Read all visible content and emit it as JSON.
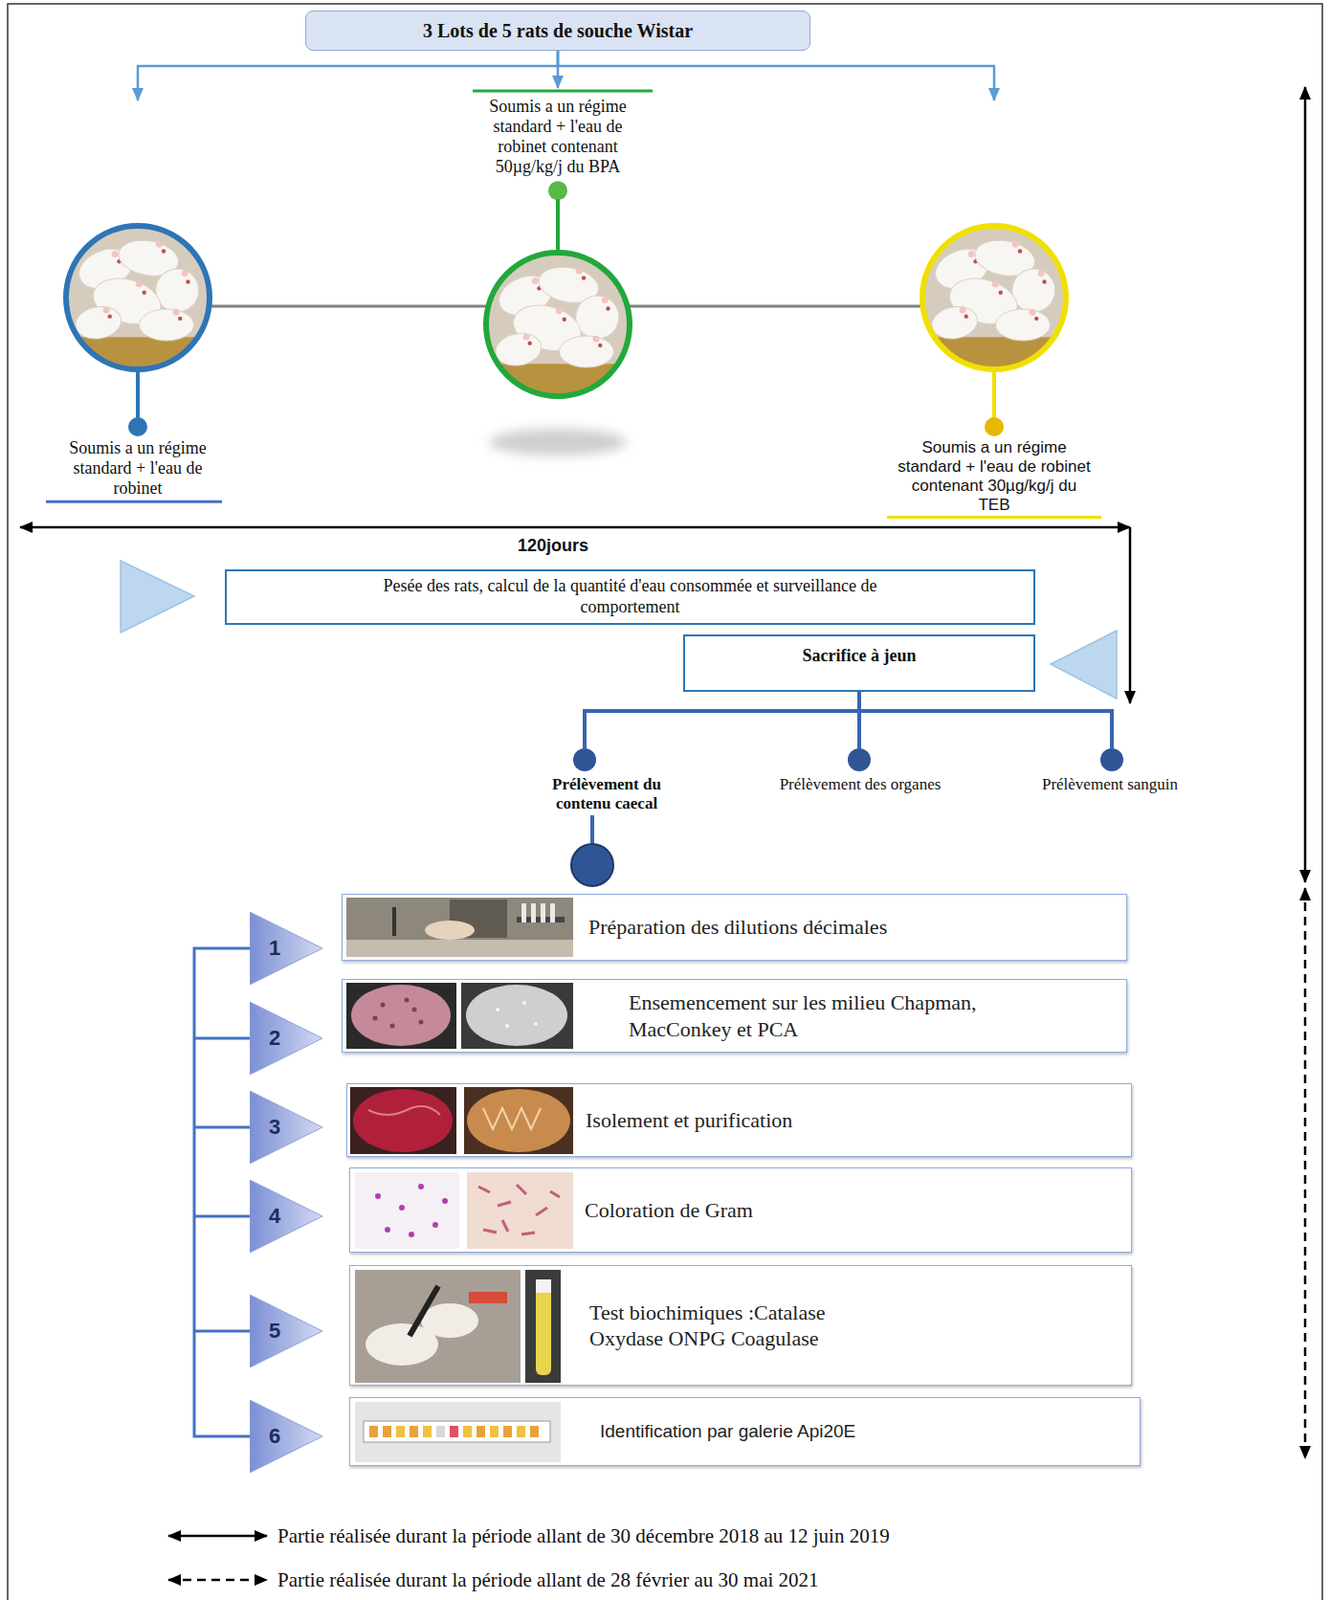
{
  "diagram": {
    "nodes": [
      {
        "text": [
          "3 Lots de 5 rats de souche Wistar"
        ]
      },
      {
        "text": [
          "Soumis a un régime standard + l'eau de robinet"
        ]
      },
      {
        "text": [
          "Soumis a un régime standard + l'eau de robinet contenant 50µg/kg/j du BPA"
        ]
      },
      {
        "text": [
          "Soumis a un régime standard + l'eau de robinet contenant 30µg/kg/j du TEB"
        ]
      },
      {
        "text": [
          "Pesée des rats, calcul de la quantité d'eau consommée et surveillance de comportement"
        ]
      },
      {
        "text": [
          "Sacrifice à jeun"
        ]
      },
      {
        "text": [
          "Prélèvement du contenu caecal"
        ]
      },
      {
        "text": [
          "Prélèvement des organes"
        ]
      },
      {
        "text": [
          "Prélèvement sanguin"
        ]
      },
      {
        "text": [
          "1"
        ]
      },
      {
        "text": [
          "Préparation des dilutions décimales"
        ]
      },
      {
        "text": [
          "2"
        ]
      },
      {
        "text": [
          "Ensemencement sur les milieu Chapman, MacConkey et PCA"
        ]
      },
      {
        "text": [
          "3"
        ]
      },
      {
        "text": [
          "Isolement et purification"
        ]
      },
      {
        "text": [
          "4"
        ]
      },
      {
        "text": [
          "Coloration de Gram"
        ]
      },
      {
        "text": [
          "5"
        ]
      },
      {
        "text": [
          "Test biochimiques :Catalase Oxydase ONPG Coagulase"
        ]
      },
      {
        "text": [
          "6"
        ]
      },
      {
        "text": [
          "Identification par galerie Api20E"
        ]
      }
    ],
    "edges": [
      {
        "from": 0,
        "to": 1,
        "arrow": "to"
      },
      {
        "from": 0,
        "to": 2,
        "arrow": "to"
      },
      {
        "from": 0,
        "to": 3,
        "arrow": "to"
      },
      {
        "from": 1,
        "to": 2,
        "arrow": "none"
      },
      {
        "from": 2,
        "to": 3,
        "arrow": "none"
      },
      {
        "from": 5,
        "to": 6,
        "arrow": "none"
      },
      {
        "from": 5,
        "to": 7,
        "arrow": "none"
      },
      {
        "from": 5,
        "to": 8,
        "arrow": "none"
      }
    ],
    "labels": [
      "120jours"
    ],
    "legend": [
      {
        "text": "Partie réalisée durant la période allant de 30 décembre 2018 au 12 juin 2019"
      },
      {
        "text": "Partie réalisée durant la période allant de 28 février au 30 mai 2021"
      }
    ]
  }
}
